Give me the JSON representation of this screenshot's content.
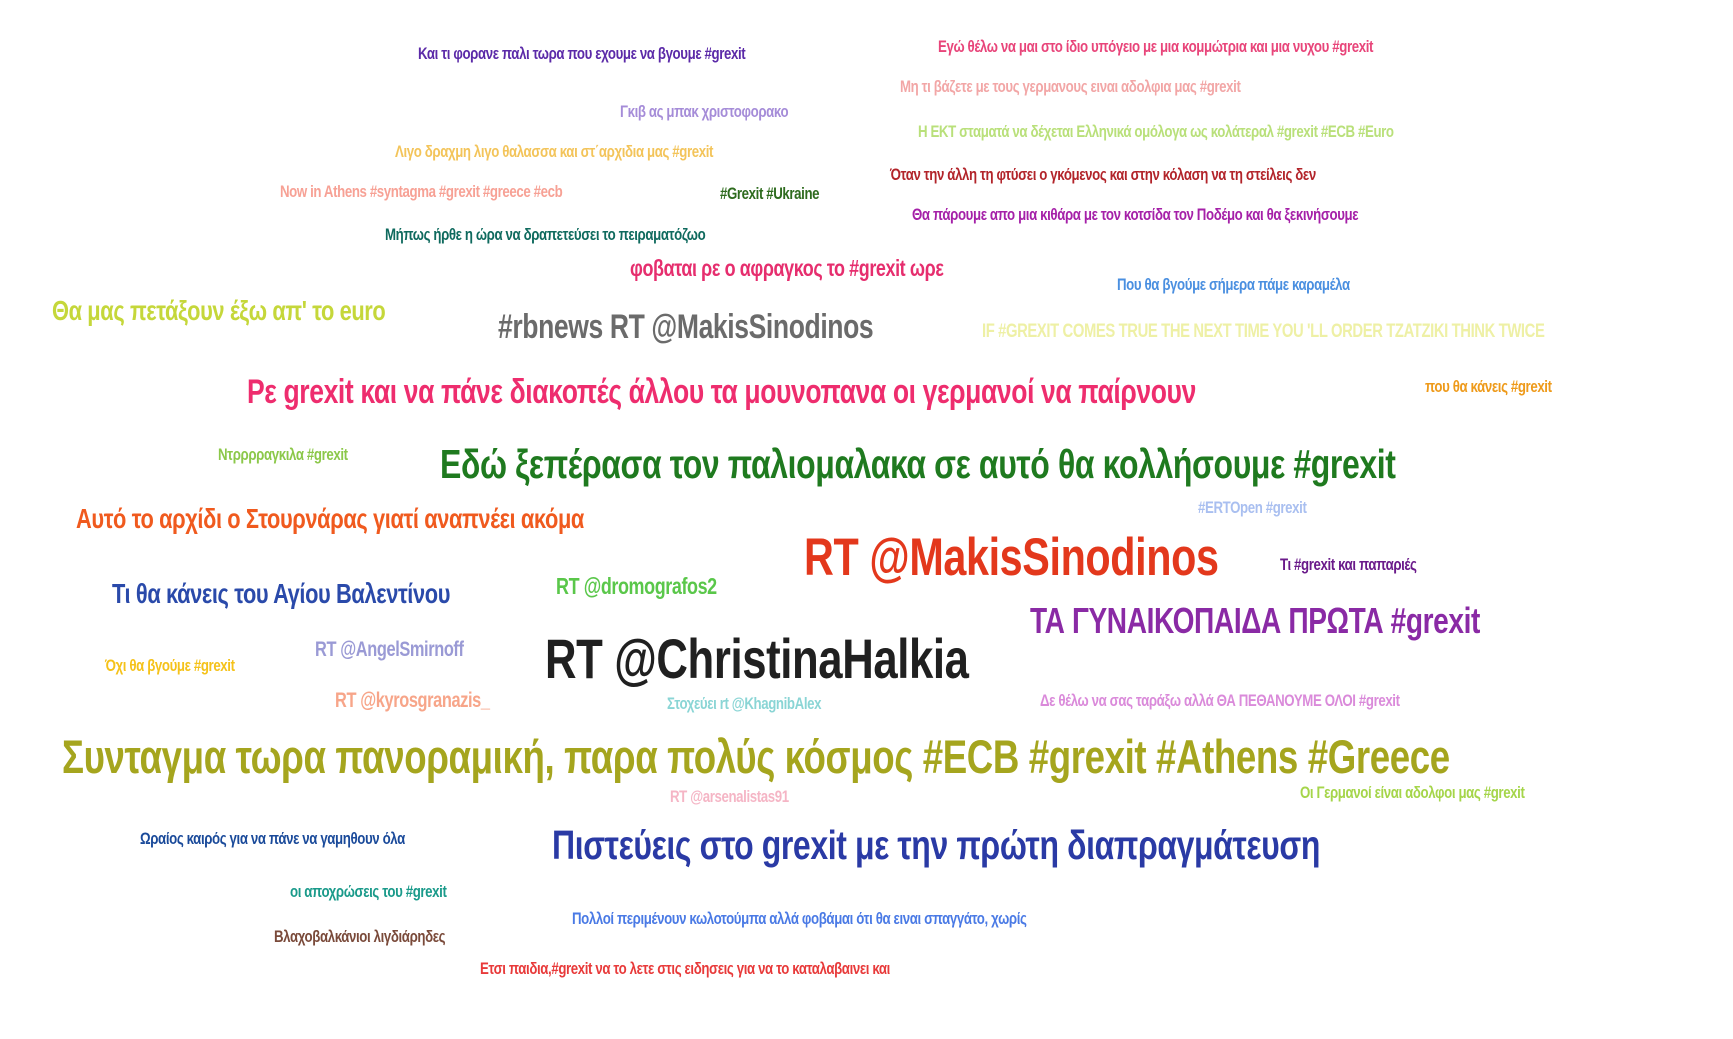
{
  "phrases": [
    {
      "text": "Και τι φορανε παλι τωρα που εχουμε να βγουμε #grexit",
      "color": "#5b2aa8"
    },
    {
      "text": "Εγώ θέλω να μαι στο ίδιο υπόγειο με μια κομμώτρια και μια νυχου #grexit",
      "color": "#e8457a"
    },
    {
      "text": "Μη τι βάζετε με τους γερμανους ειναι αδολφια μας #grexit",
      "color": "#f2a6a6"
    },
    {
      "text": "Γκιβ ας μπακ χριστοφορακο",
      "color": "#a58cd8"
    },
    {
      "text": "Η ΕΚΤ σταματά να δέχεται Ελληνικά ομόλογα ως κολάτεραλ #grexit #ECB #Euro",
      "color": "#b9e07a"
    },
    {
      "text": "Λιγο δραχμη λιγο θαλασσα και στ΄αρχιδια μας #grexit",
      "color": "#f3c45a"
    },
    {
      "text": "Όταν την άλλη τη φτύσει ο γκόμενος και στην κόλαση να τη στείλεις δεν",
      "color": "#b2242a"
    },
    {
      "text": "Now in Athens #syntagma #grexit #greece #ecb",
      "color": "#f7a195"
    },
    {
      "text": "#Grexit #Ukraine",
      "color": "#2e6b1e"
    },
    {
      "text": "Θα πάρουμε απο μια κιθάρα με τον κοτσίδα τον Ποδέμο και θα ξεκινήσουμε",
      "color": "#a520a8"
    },
    {
      "text": "Μήπως ήρθε η ώρα να δραπετεύσει το πειραματόζωο",
      "color": "#0f6a5e"
    },
    {
      "text": "φοβαται ρε ο αφραγκος το #grexit ωρε",
      "color": "#e62e6e"
    },
    {
      "text": "Που θα βγούμε σήμερα πάμε καραμέλα",
      "color": "#4a8fe0"
    },
    {
      "text": "Θα μας πετάξουν έξω απ' το euro",
      "color": "#c5d73a"
    },
    {
      "text": "#rbnews RT @MakisSinodinos",
      "color": "#6b6b6b"
    },
    {
      "text": "IF #GREXIT COMES TRUE THE NEXT TIME YOU 'LL ORDER TZATZIKI THINK TWICE",
      "color": "#eef0a5"
    },
    {
      "text": "Ρε grexit και να πάνε διακοπές άλλου τα μουνοπανα οι γερμανοί να παίρνουν",
      "color": "#ee2d6e"
    },
    {
      "text": "που θα κάνεις #grexit",
      "color": "#ee9a1a"
    },
    {
      "text": "Ντρρρραγκιλα #grexit",
      "color": "#8cc84a"
    },
    {
      "text": "Εδώ ξεπέρασα τον παλιομαλακα σε αυτό θα κολλήσουμε #grexit",
      "color": "#1f7a1f"
    },
    {
      "text": "Αυτό το αρχίδι ο Στουρνάρας γιατί αναπνέει ακόμα",
      "color": "#f05a1e"
    },
    {
      "text": "#ERTOpen #grexit",
      "color": "#a9bff0"
    },
    {
      "text": "RT @MakisSinodinos",
      "color": "#e3381c"
    },
    {
      "text": "Τι #grexit και παπαριές",
      "color": "#6a1a8a"
    },
    {
      "text": "Τι θα κάνεις του Αγίου Βαλεντίνου",
      "color": "#2a4aaa"
    },
    {
      "text": "RT @dromografos2",
      "color": "#5ac74a"
    },
    {
      "text": "ΤΑ ΓΥΝΑΙΚΟΠΑΙΔΑ ΠΡΩΤΑ #grexit",
      "color": "#8a2aa5"
    },
    {
      "text": "RT @AngelSmirnoff",
      "color": "#9a9ad5"
    },
    {
      "text": "RT @ChristinaHalkia",
      "color": "#202020"
    },
    {
      "text": "Όχι θα βγούμε #grexit",
      "color": "#f5c21a"
    },
    {
      "text": "RT @kyrosgranazis_",
      "color": "#f7a589"
    },
    {
      "text": "Στοχεύει rt @KhagnibAlex",
      "color": "#8ad5d5"
    },
    {
      "text": "Δε θέλω να σας ταράξω αλλά ΘΑ ΠΕΘΑΝΟΥΜΕ ΟΛΟΙ #grexit",
      "color": "#da8ada"
    },
    {
      "text": "Συνταγμα τωρα πανοραμική, παρα πολύς κόσμος #ECB #grexit #Athens #Greece",
      "color": "#a5a51e"
    },
    {
      "text": "RT @arsenalistas91",
      "color": "#f5b5c5"
    },
    {
      "text": "Οι Γερμανοί είναι αδολφοι μας #grexit",
      "color": "#a5d54a"
    },
    {
      "text": "Ωραίος καιρός για να πάνε να γαμηθουν όλα",
      "color": "#1a4a9a"
    },
    {
      "text": "Πιστεύεις στο grexit με την πρώτη διαπραγμάτευση",
      "color": "#2a3aa5"
    },
    {
      "text": "οι αποχρώσεις του #grexit",
      "color": "#1a9a8a"
    },
    {
      "text": "Πολλοί περιμένουν κωλοτούμπα αλλά φοβάμαι ότι θα ειναι σπαγγάτο, χωρίς",
      "color": "#4a7ae5"
    },
    {
      "text": "Βλαχοβαλκάνιοι λιγδιάρηδες",
      "color": "#7a4a3a"
    },
    {
      "text": "Ετσι παιδια,#grexit να το λετε στις ειδησεις για να το καταλαβαινει και",
      "color": "#e83a3a"
    }
  ]
}
